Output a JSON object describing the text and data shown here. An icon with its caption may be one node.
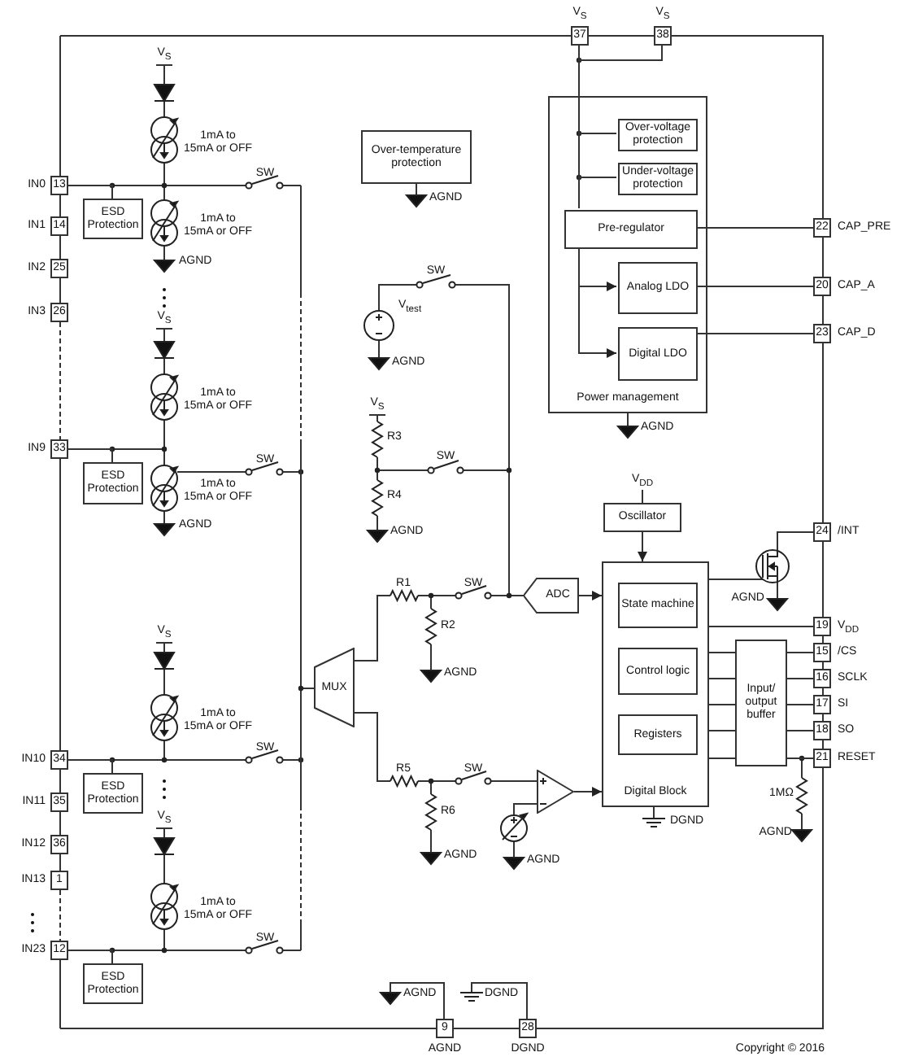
{
  "diagram": {
    "nodes": [
      {
        "text": [
          "13"
        ],
        "beside": [
          "IN0"
        ]
      },
      {
        "text": [
          "14"
        ],
        "beside": [
          "IN1"
        ]
      },
      {
        "text": [
          "25"
        ],
        "beside": [
          "IN2"
        ]
      },
      {
        "text": [
          "26"
        ],
        "beside": [
          "IN3"
        ]
      },
      {
        "text": [
          "33"
        ],
        "beside": [
          "IN9"
        ]
      },
      {
        "text": [
          "34"
        ],
        "beside": [
          "IN10"
        ]
      },
      {
        "text": [
          "35"
        ],
        "beside": [
          "IN11"
        ]
      },
      {
        "text": [
          "36"
        ],
        "beside": [
          "IN12"
        ]
      },
      {
        "text": [
          "1"
        ],
        "beside": [
          "IN13"
        ]
      },
      {
        "text": [
          "12"
        ],
        "beside": [
          "IN23"
        ]
      },
      {
        "text": [
          "ESD Protection"
        ]
      },
      {
        "text": [
          "ESD Protection"
        ]
      },
      {
        "text": [
          "ESD Protection"
        ]
      },
      {
        "text": [
          "ESD Protection"
        ]
      },
      {
        "text": [
          "Over-temperature protection"
        ]
      },
      {
        "text": [
          "Power management"
        ]
      },
      {
        "text": [
          "Over-voltage protection"
        ],
        "in": 15
      },
      {
        "text": [
          "Under-voltage protection"
        ],
        "in": 15
      },
      {
        "text": [
          "Pre-regulator"
        ],
        "in": 15
      },
      {
        "text": [
          "Analog LDO"
        ],
        "in": 15
      },
      {
        "text": [
          "Digital LDO"
        ],
        "in": 15
      },
      {
        "text": [
          "37"
        ],
        "beside": [
          "V$_{S}$"
        ]
      },
      {
        "text": [
          "38"
        ],
        "beside": [
          "V$_{S}$"
        ]
      },
      {
        "text": [
          "22"
        ],
        "beside": [
          "CAP_PRE"
        ]
      },
      {
        "text": [
          "20"
        ],
        "beside": [
          "CAP_A"
        ]
      },
      {
        "text": [
          "23"
        ],
        "beside": [
          "CAP_D"
        ]
      },
      {
        "text": [
          "24"
        ],
        "beside": [
          "/INT"
        ]
      },
      {
        "text": [
          "19"
        ],
        "beside": [
          "V$_{DD}$"
        ]
      },
      {
        "text": [
          "15"
        ],
        "beside": [
          "/CS"
        ]
      },
      {
        "text": [
          "16"
        ],
        "beside": [
          "SCLK"
        ]
      },
      {
        "text": [
          "17"
        ],
        "beside": [
          "SI"
        ]
      },
      {
        "text": [
          "18"
        ],
        "beside": [
          "SO"
        ]
      },
      {
        "text": [
          "21"
        ],
        "beside": [
          "RESET"
        ]
      },
      {
        "text": [
          "Oscillator"
        ]
      },
      {
        "text": [
          "Digital Block"
        ]
      },
      {
        "text": [
          "State machine"
        ],
        "in": 34
      },
      {
        "text": [
          "Control logic"
        ],
        "in": 34
      },
      {
        "text": [
          "Registers"
        ],
        "in": 34
      },
      {
        "text": [
          "Input/ output buffer"
        ]
      },
      {
        "text": [
          "ADC"
        ]
      },
      {
        "text": [
          "MUX"
        ]
      },
      {
        "text": [
          "9"
        ],
        "beside": [
          "AGND"
        ]
      },
      {
        "text": [
          "28"
        ],
        "beside": [
          "DGND"
        ]
      },
      {
        "text": [],
        "shape": "triangle"
      }
    ],
    "edges": [
      {
        "from": 18,
        "to": 19,
        "arrow": "to"
      },
      {
        "from": 18,
        "to": 20,
        "arrow": "to"
      },
      {
        "from": 33,
        "to": 34,
        "arrow": "to"
      },
      {
        "from": 39,
        "to": 34,
        "arrow": "to"
      },
      {
        "from": 43,
        "to": 34,
        "arrow": "to"
      },
      {
        "from": 18,
        "to": 23,
        "arrow": "none"
      },
      {
        "from": 19,
        "to": 24,
        "arrow": "none"
      },
      {
        "from": 20,
        "to": 25,
        "arrow": "none"
      },
      {
        "from": 34,
        "to": 27,
        "arrow": "none"
      },
      {
        "from": 34,
        "to": 38,
        "arrow": "none"
      },
      {
        "from": 34,
        "to": 38,
        "arrow": "none"
      },
      {
        "from": 34,
        "to": 38,
        "arrow": "none"
      },
      {
        "from": 34,
        "to": 38,
        "arrow": "none"
      },
      {
        "from": 34,
        "to": 38,
        "arrow": "none"
      },
      {
        "from": 38,
        "to": 28,
        "arrow": "none"
      },
      {
        "from": 38,
        "to": 29,
        "arrow": "none"
      },
      {
        "from": 38,
        "to": 30,
        "arrow": "none"
      },
      {
        "from": 38,
        "to": 31,
        "arrow": "none"
      },
      {
        "from": 38,
        "to": 32,
        "arrow": "none"
      },
      {
        "from": 22,
        "to": 21,
        "arrow": "none"
      },
      {
        "from": 21,
        "to": 16,
        "arrow": "none"
      },
      {
        "from": 21,
        "to": 17,
        "arrow": "none"
      },
      {
        "from": 21,
        "to": 18,
        "arrow": "none"
      },
      {
        "from": 0,
        "to": 10,
        "arrow": "none"
      },
      {
        "from": 4,
        "to": 11,
        "arrow": "none"
      },
      {
        "from": 5,
        "to": 12,
        "arrow": "none"
      },
      {
        "from": 9,
        "to": 13,
        "arrow": "none"
      }
    ],
    "labels": [
      "V$_{S}$",
      "1mA to 15mA or OFF",
      "SW",
      "1mA to 15mA or OFF",
      "AGND",
      "V$_{S}$",
      "1mA to 15mA or OFF",
      "SW",
      "1mA to 15mA or OFF",
      "AGND",
      "V$_{S}$",
      "1mA to 15mA or OFF",
      "SW",
      "V$_{S}$",
      "1mA to 15mA or OFF",
      "SW",
      "AGND",
      "SW",
      "V$_{test}$",
      "AGND",
      "V$_{S}$",
      "R3",
      "SW",
      "R4",
      "AGND",
      "R1",
      "SW",
      "R2",
      "AGND",
      "R5",
      "SW",
      "R6",
      "AGND",
      "AGND",
      "AGND",
      "V$_{DD}$",
      "AGND",
      "DGND",
      "1MΩ",
      "AGND",
      "AGND",
      "DGND",
      "Copyright © 2016"
    ]
  }
}
